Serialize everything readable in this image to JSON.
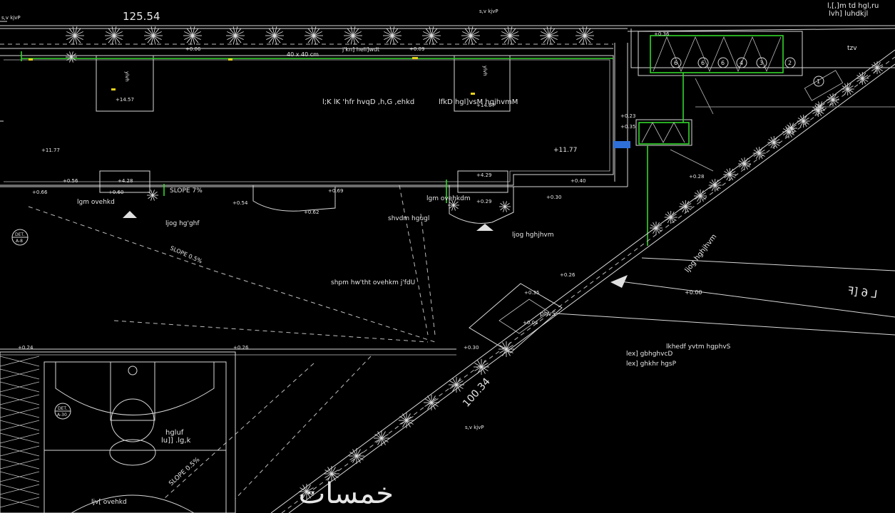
{
  "dimensions": {
    "top_length": "125.54",
    "diagonal_length": "100.34"
  },
  "labels": {
    "top_left_note": "s,v kjvP",
    "top_mid_note": "s,v kjvP",
    "top_right_title_1": "l,[,]m td hgl,ru",
    "top_right_title_2": "lvh] luhdkjl",
    "fence_label": "j'kn] heli]wdt",
    "pipe_size": "40 x 40 cm",
    "building_main": "l;K lK 'hfr hvqD ,h,G ,ehkd",
    "building_right": "lfkD hgl]vsM hgjhvmM",
    "level_1177_left": "+11.77",
    "level_1177_right": "+11.77",
    "level_1457": "+14.57",
    "level_1467": "+14.67",
    "gate_left": "lgm ovehkd",
    "gate_right": "lgm ovehkdm",
    "entrance_left": "ljog hg'ghf",
    "entrance_right": "ljog hghjhvm",
    "outlet": "shvdm hgugl",
    "slope_1": "SLOPE 7%",
    "slope_2": "SLOPE 0.5%",
    "slope_3": "SLOPE 0.5%",
    "flow_note": "shpm hw'tht ovehkm j'fdU",
    "diag_road": "ljog hghjhvm",
    "right_note_1": "lkhedf yvtm hgphvS",
    "right_note_2": "lex] gbhghvcD",
    "right_note_3": "lex] ghkhr hgsP",
    "court_1": "hgluf",
    "court_2": "lu]] .lg,k",
    "court_bottom": "ljv[ ovehkd",
    "bottom_note": "s,v kjvP",
    "road_letters": "L 6 [F",
    "tzv": "tzv",
    "det_1": "DET.",
    "det_1b": "A-8",
    "det_2": "DET.",
    "det_2b": "A-30",
    "plan_label": "phvS",
    "level_000": "+0.00",
    "level_lines": [
      "+0.06",
      "+0.09",
      "+0.26",
      "+0.35",
      "+0.36",
      "+0.04",
      "+0.28",
      "+0.24",
      "+0.26",
      "+0.30",
      "+0.23",
      "+0.35"
    ],
    "level_misc": [
      "+0.56",
      "+0.66",
      "+0.60",
      "+0.54",
      "+0.62",
      "+0.69",
      "+0.30",
      "+0.40",
      "+0.29",
      "+4.28",
      "+4.29"
    ]
  },
  "parking_numbers": [
    "6",
    "6",
    "6",
    "4",
    "3",
    "2",
    "1"
  ],
  "watermark": "خمسات",
  "colors": {
    "background": "#000000",
    "lines": "#d9d9d9",
    "green": "#33d62a",
    "yellow": "#e8d21a",
    "blue": "#2f6fd8",
    "watermark": "#cfcfcf"
  }
}
